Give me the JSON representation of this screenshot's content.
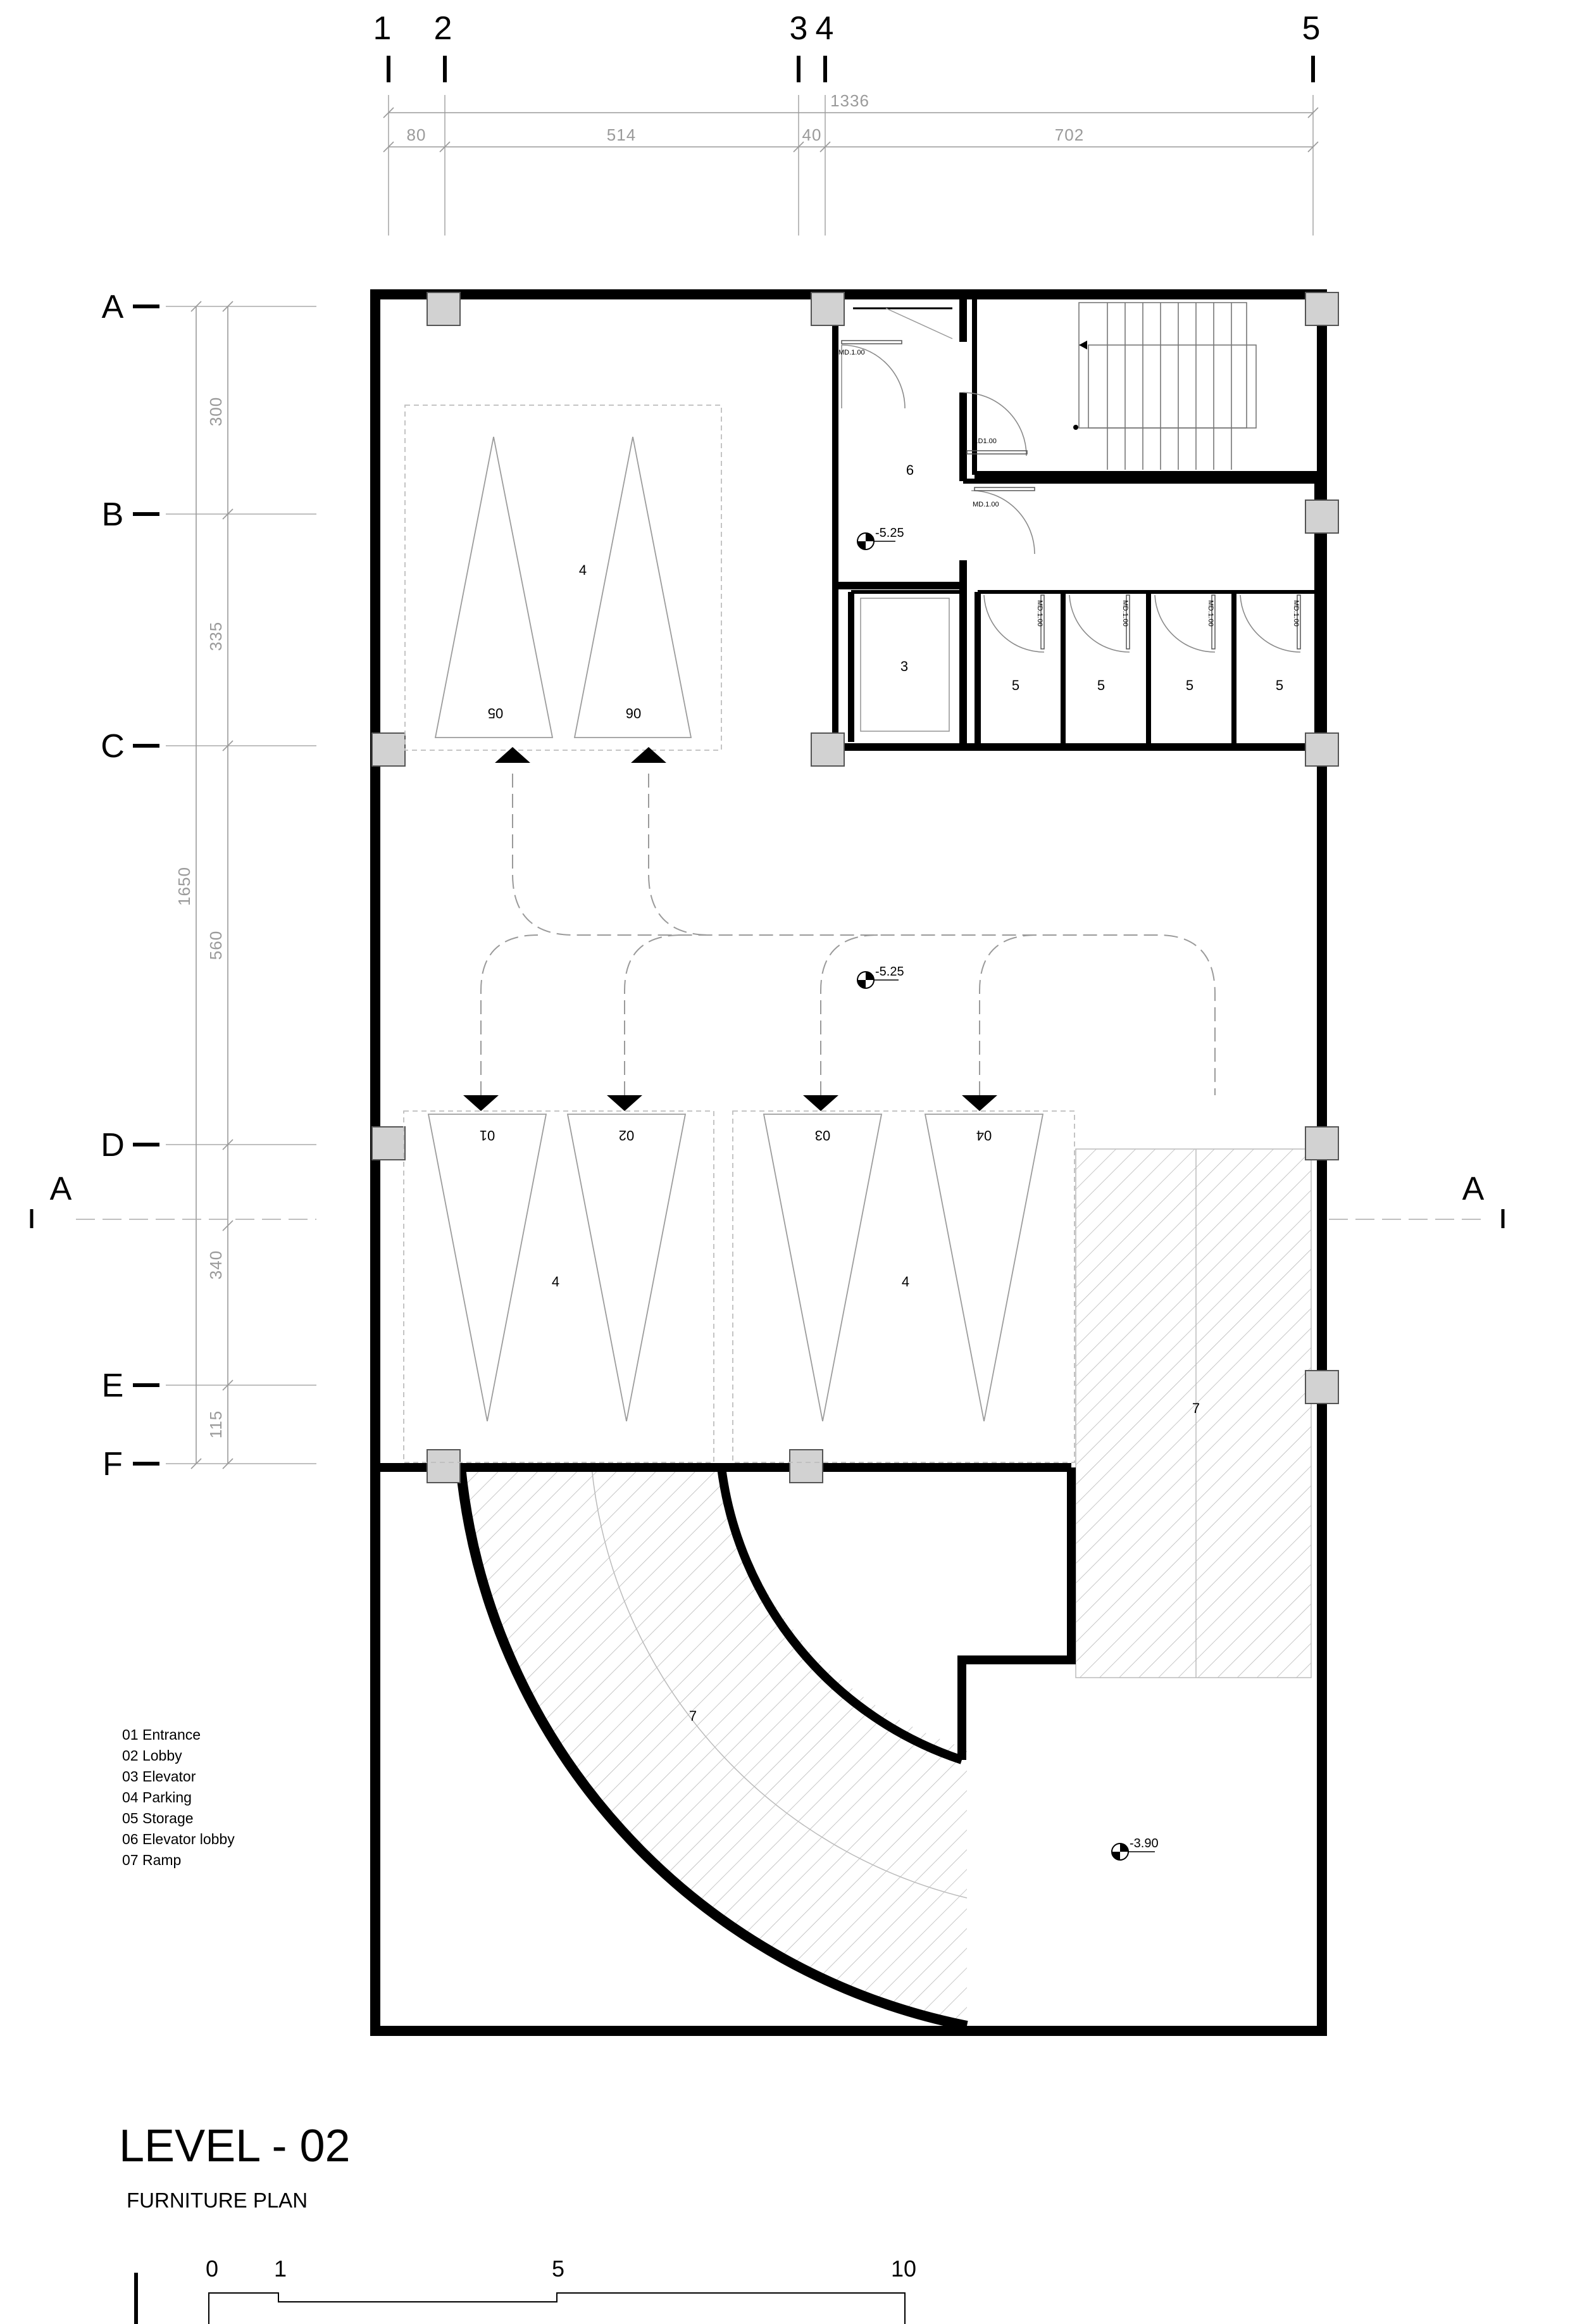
{
  "grid": {
    "columns": [
      "1",
      "2",
      "3",
      "4",
      "5"
    ],
    "rows": [
      "A",
      "B",
      "C",
      "D",
      "E",
      "F"
    ],
    "section": "A"
  },
  "dimensions": {
    "horizontal_total": "1336",
    "horizontal": [
      "80",
      "514",
      "40",
      "702"
    ],
    "vertical_total": "1650",
    "vertical": [
      "300",
      "335",
      "560",
      "340",
      "115"
    ]
  },
  "rooms": {
    "parking_upper": "4",
    "parking_lower_left": "4",
    "parking_lower_right": "4",
    "elevator": "3",
    "elevator_lobby": "6",
    "storage_1": "5",
    "storage_2": "5",
    "storage_3": "5",
    "storage_4": "5",
    "ramp_right": "7",
    "ramp_curve": "7"
  },
  "spots": [
    "05",
    "06",
    "01",
    "02",
    "03",
    "04"
  ],
  "doors": {
    "md_lobby": "MD.1.00",
    "fd_stair": "F.D1.00",
    "md_stair": "MD.1.00",
    "md_storage": "MD.1.00"
  },
  "levels": {
    "lobby": "-5.25",
    "parking": "-5.25",
    "lower": "-3.90"
  },
  "legend": [
    "01  Entrance",
    "02  Lobby",
    "03  Elevator",
    "04  Parking",
    "05  Storage",
    "06  Elevator lobby",
    "07  Ramp"
  ],
  "title": {
    "main": "LEVEL - 02",
    "sub": "FURNITURE PLAN"
  },
  "scale_bar": {
    "ticks": [
      "0",
      "1",
      "5",
      "10"
    ]
  }
}
